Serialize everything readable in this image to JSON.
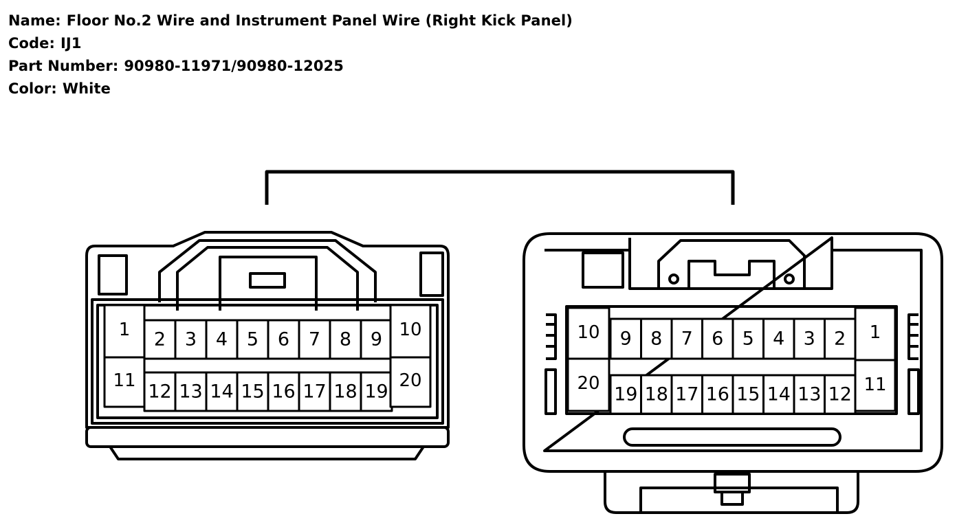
{
  "header": {
    "name_label": "Name:",
    "name_value": "Floor No.2 Wire and Instrument Panel Wire (Right Kick Panel)",
    "code_label": "Code:",
    "code_value": "IJ1",
    "part_label": "Part Number:",
    "part_value": "90980-11971/90980-12025",
    "color_label": "Color:",
    "color_value": "White"
  },
  "left_connector": {
    "top_row": [
      "1",
      "2",
      "3",
      "4",
      "5",
      "6",
      "7",
      "8",
      "9",
      "10"
    ],
    "bottom_row": [
      "11",
      "12",
      "13",
      "14",
      "15",
      "16",
      "17",
      "18",
      "19",
      "20"
    ]
  },
  "right_connector": {
    "top_row": [
      "10",
      "9",
      "8",
      "7",
      "6",
      "5",
      "4",
      "3",
      "2",
      "1"
    ],
    "bottom_row": [
      "20",
      "19",
      "18",
      "17",
      "16",
      "15",
      "14",
      "13",
      "12",
      "11"
    ]
  }
}
